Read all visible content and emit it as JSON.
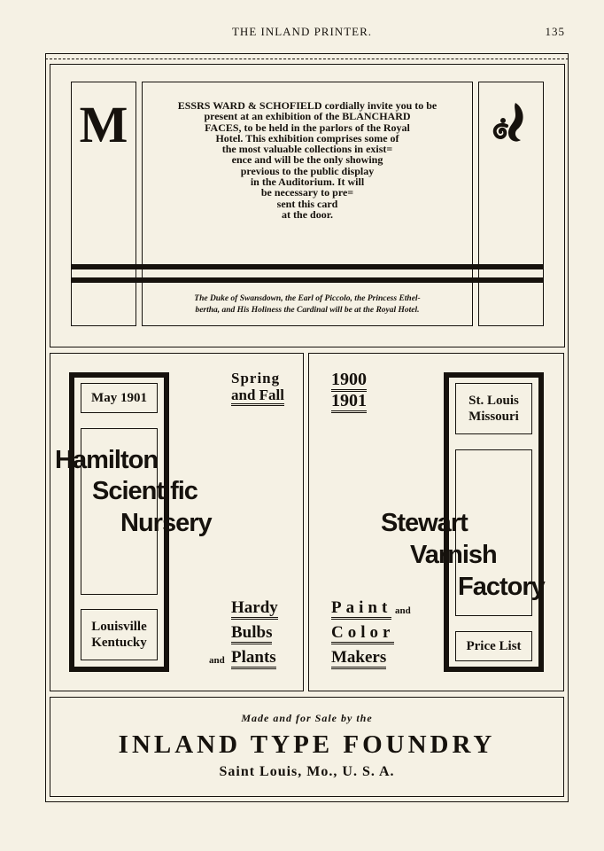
{
  "header": {
    "journal": "THE INLAND PRINTER.",
    "page_number": "135"
  },
  "invitation": {
    "drop_cap": "M",
    "lines": [
      "ESSRS WARD & SCHOFIELD cordially invite you to be",
      "present at an exhibition of the BLANCHARD",
      "FACES, to be held in the parlors of the Royal",
      "Hotel. This exhibition comprises some of",
      "the most valuable collections in exist=",
      "ence and will be the only showing",
      "previous to the public display",
      "in the Auditorium. It will",
      "be necessary to pre=",
      "sent this card",
      "at the door."
    ],
    "note_lines": [
      "The Duke of Swansdown, the Earl of Piccolo, the Princess Ethel-",
      "bertha, and His Holiness the Cardinal will be at the Royal Hotel."
    ]
  },
  "nursery": {
    "date_box": "May 1901",
    "season_line1": "Spring",
    "season_line2": "and Fall",
    "name_line1": "Hamilton",
    "name_line2": "Scientific",
    "name_line3": "Nursery",
    "location_line1": "Louisville",
    "location_line2": "Kentucky",
    "product1": "Hardy",
    "product2": "Bulbs",
    "product3_prefix": "and",
    "product3": "Plants"
  },
  "varnish": {
    "year1": "1900",
    "year2": "1901",
    "location_line1": "St. Louis",
    "location_line2": "Missouri",
    "name_line1": "Stewart",
    "name_line2": "Varnish",
    "name_line3": "Factory",
    "trade1": "Paint",
    "trade1_suffix": "and",
    "trade2": "Color",
    "trade3": "Makers",
    "price_box": "Price List"
  },
  "footer": {
    "made_for": "Made and for Sale by the",
    "foundry": "INLAND TYPE FOUNDRY",
    "location": "Saint Louis, Mo., U. S. A."
  }
}
